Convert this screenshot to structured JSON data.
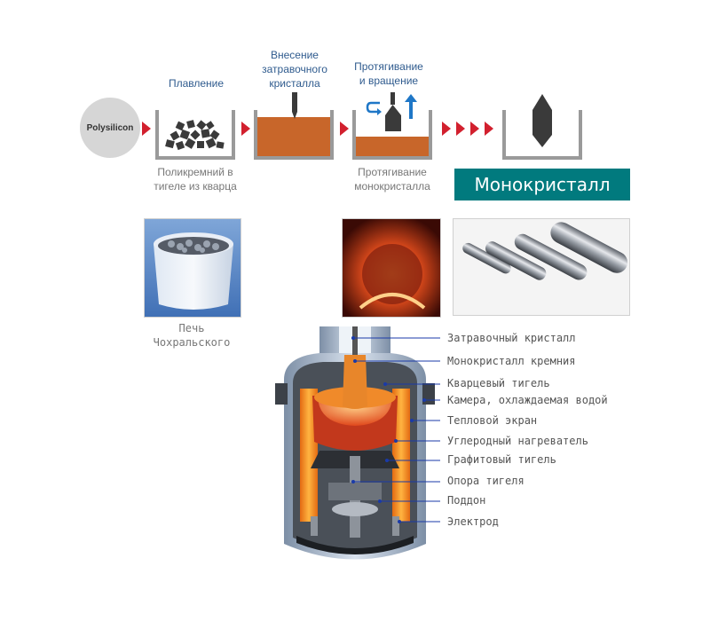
{
  "source": {
    "label": "Polysilicon"
  },
  "stages": [
    {
      "top": "Плавление",
      "bottom": [
        "Поликремний в",
        "тигеле из кварца"
      ]
    },
    {
      "top": [
        "Внесение",
        "затравочного",
        "кристалла"
      ]
    },
    {
      "top": [
        "Протягивание",
        "и вращение"
      ],
      "bottom": [
        "Протягивание",
        "монокристалла"
      ]
    }
  ],
  "result": {
    "label": "Монокристалл"
  },
  "photo_caption": [
    "Печь",
    "Чохральского"
  ],
  "furnace_labels": [
    "Затравочный кристалл",
    "Монокристалл кремния",
    "Кварцевый тигель",
    "Камера, охлаждаемая водой",
    "Тепловой экран",
    "Углеродный нагреватель",
    "Графитовый тигель",
    "Опора тигеля",
    "Поддон",
    "Электрод"
  ],
  "colors": {
    "stage_label": "#2f5b8e",
    "arrow": "#d2202e",
    "melt": "#c8662a",
    "result_badge": "#017a7e",
    "leader_line": "#1a3aa8"
  },
  "icons": {
    "flow_arrow": "red-triangle-arrow-icon",
    "rotate": "rotate-arrow-icon",
    "pull": "pull-up-arrow-icon"
  }
}
